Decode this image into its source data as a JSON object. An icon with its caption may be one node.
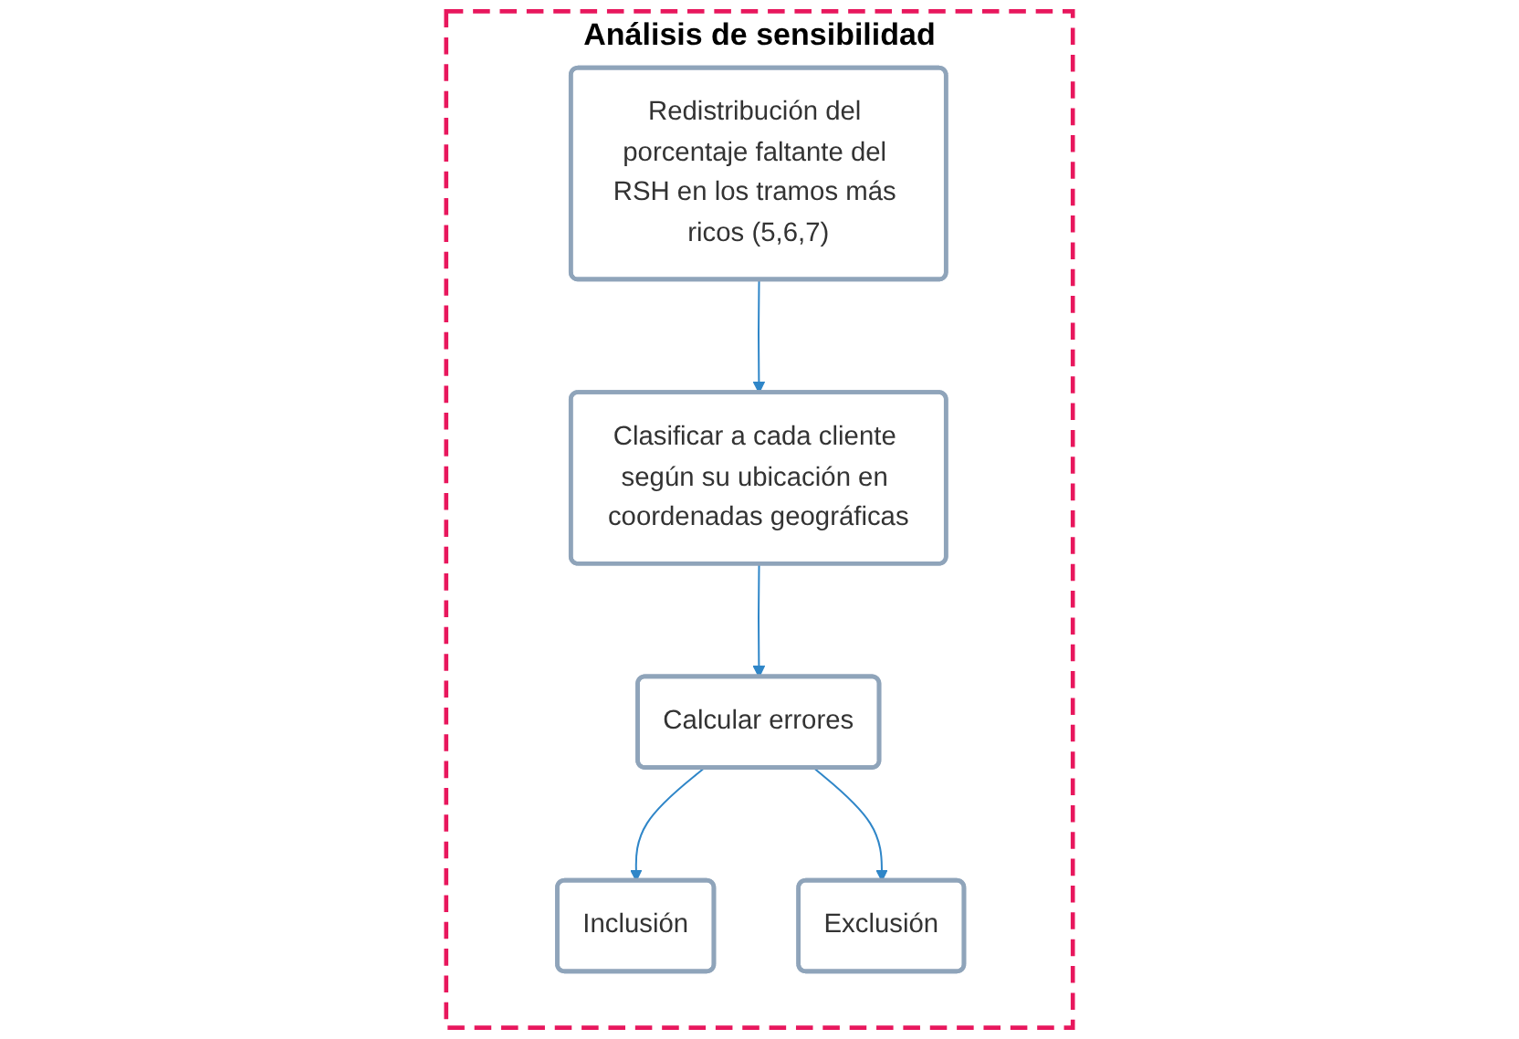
{
  "diagram": {
    "nodes": [
      {
        "text": [
          "Análisis de sensibilidad"
        ]
      },
      {
        "text": [
          "Redistribución del porcentaje faltante del RSH en los tramos más ricos (5,6,7)"
        ],
        "in": 0
      },
      {
        "text": [
          "Clasificar a cada cliente según su ubicación en coordenadas geográficas"
        ],
        "in": 0
      },
      {
        "text": [
          "Calcular errores"
        ],
        "in": 0
      },
      {
        "text": [
          "Inclusión"
        ],
        "in": 0
      },
      {
        "text": [
          "Exclusión"
        ],
        "in": 0
      }
    ],
    "edges": [
      {
        "from": 1,
        "to": 2,
        "arrow": "to"
      },
      {
        "from": 2,
        "to": 3,
        "arrow": "to"
      },
      {
        "from": 3,
        "to": 4,
        "arrow": "to"
      },
      {
        "from": 3,
        "to": 5,
        "arrow": "to"
      }
    ]
  }
}
